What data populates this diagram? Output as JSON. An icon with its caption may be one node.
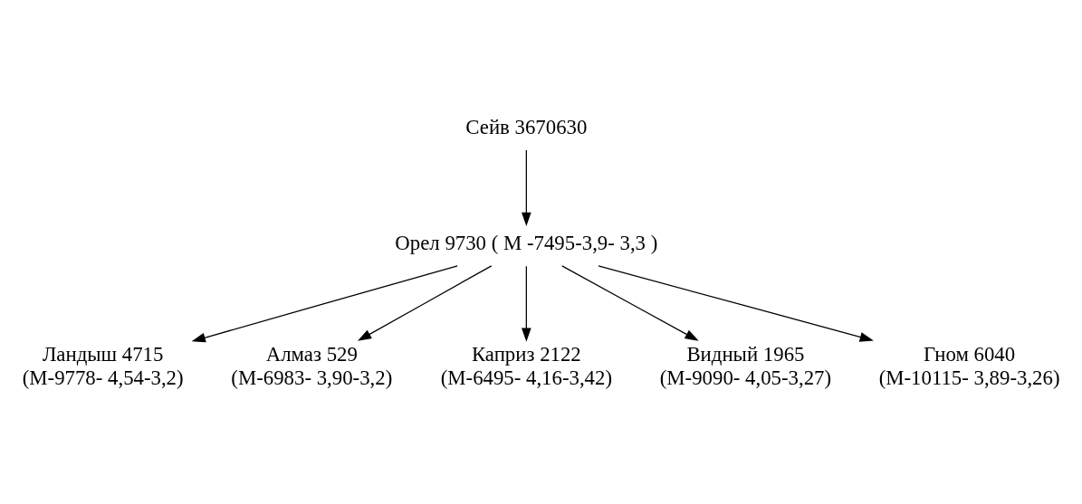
{
  "diagram": {
    "nodes": [
      {
        "text": [
          "Сейв 3670630"
        ]
      },
      {
        "text": [
          "Орел 9730 ( М -7495-3,9- 3,3 )"
        ]
      },
      {
        "text": [
          "Ландыш 4715",
          "(М-9778- 4,54-3,2)"
        ]
      },
      {
        "text": [
          "Алмаз 529",
          "(М-6983- 3,90-3,2)"
        ]
      },
      {
        "text": [
          "Каприз 2122",
          "(М-6495- 4,16-3,42)"
        ]
      },
      {
        "text": [
          "Видный 1965",
          "(М-9090- 4,05-3,27)"
        ]
      },
      {
        "text": [
          "Гном 6040",
          "(М-10115- 3,89-3,26)"
        ]
      }
    ],
    "edges": [
      {
        "from": 0,
        "to": 1,
        "arrow": "to"
      },
      {
        "from": 1,
        "to": 2,
        "arrow": "to"
      },
      {
        "from": 1,
        "to": 3,
        "arrow": "to"
      },
      {
        "from": 1,
        "to": 4,
        "arrow": "to"
      },
      {
        "from": 1,
        "to": 5,
        "arrow": "to"
      },
      {
        "from": 1,
        "to": 6,
        "arrow": "to"
      }
    ]
  }
}
